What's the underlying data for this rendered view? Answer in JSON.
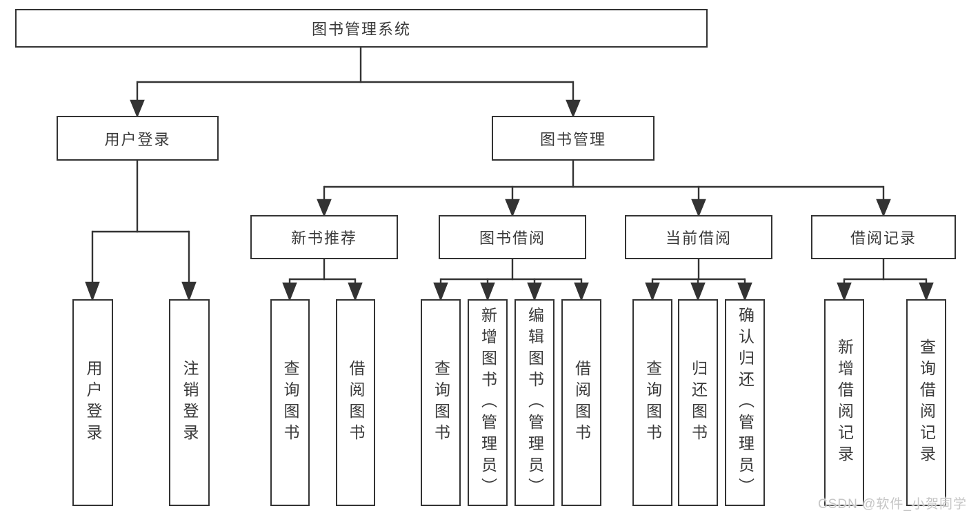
{
  "colors": {
    "line": "#333333",
    "box_border": "#333333",
    "text": "#3a3a3a",
    "background": "#ffffff",
    "watermark": "#c6c6c6"
  },
  "watermark": "CSDN @软件_小贺同学",
  "tree": {
    "root": {
      "label": "图书管理系统"
    },
    "children": [
      {
        "label": "用户登录",
        "children": [
          {
            "label": "用户登录"
          },
          {
            "label": "注销登录"
          }
        ]
      },
      {
        "label": "图书管理",
        "children": [
          {
            "label": "新书推荐",
            "children": [
              {
                "label": "查询图书"
              },
              {
                "label": "借阅图书"
              }
            ]
          },
          {
            "label": "图书借阅",
            "children": [
              {
                "label": "查询图书"
              },
              {
                "label": "新增图书（管理员）"
              },
              {
                "label": "编辑图书（管理员）"
              },
              {
                "label": "借阅图书"
              }
            ]
          },
          {
            "label": "当前借阅",
            "children": [
              {
                "label": "查询图书"
              },
              {
                "label": "归还图书"
              },
              {
                "label": "确认归还（管理员）"
              }
            ]
          },
          {
            "label": "借阅记录",
            "children": [
              {
                "label": "新增借阅记录"
              },
              {
                "label": "查询借阅记录"
              }
            ]
          }
        ]
      }
    ]
  }
}
